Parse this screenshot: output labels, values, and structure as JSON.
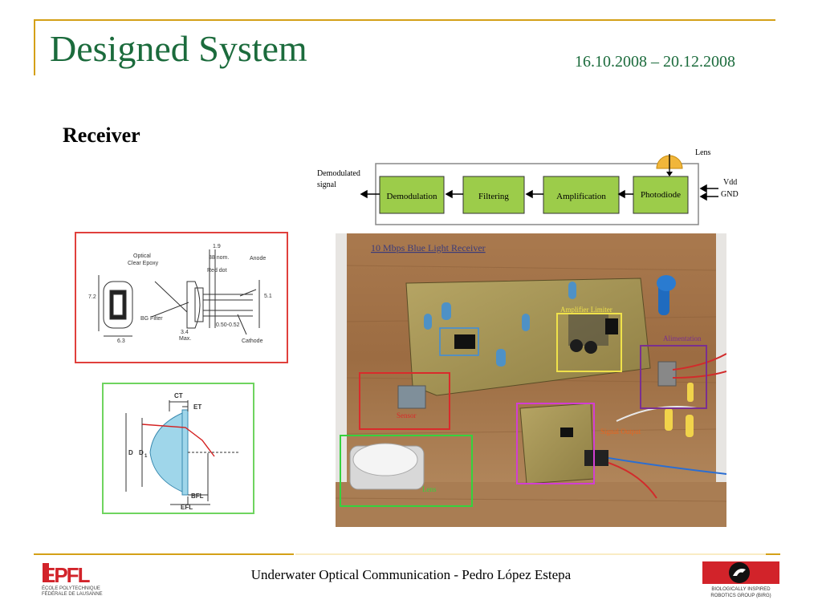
{
  "header": {
    "title": "Designed System",
    "date_range": "16.10.2008 – 20.12.2008"
  },
  "section": {
    "subtitle": "Receiver"
  },
  "block_diagram": {
    "output_label_line1": "Demodulated",
    "output_label_line2": "signal",
    "blocks": [
      "Demodulation",
      "Filtering",
      "Amplification",
      "Photodiode"
    ],
    "lens_label": "Lens",
    "vdd_label": "Vdd",
    "gnd_label": "GND",
    "block_color": "#9ccc4a"
  },
  "photodiode_drawing": {
    "labels": {
      "optical_line1": "Optical",
      "optical_line2": "Clear Epoxy",
      "dim_top": "1.9",
      "dim_nom": "38 nom.",
      "anode": "Anode",
      "red_dot": "Red dot",
      "dim_left": "7.2",
      "dim_right": "5.1",
      "bg_filter": "BG Filter",
      "dim_lead": "0.50-0.52",
      "dim_max_line1": "3.4",
      "dim_max_line2": "Max.",
      "cathode": "Cathode",
      "dim_bottom": "6.3"
    },
    "frame_color": "#e0403c"
  },
  "lens_drawing": {
    "labels": {
      "ct": "CT",
      "et": "ET",
      "d": "D",
      "d1": "D",
      "d1_sub": "1",
      "bfl": "BFL",
      "efl": "EFL"
    },
    "frame_color": "#6fd45f"
  },
  "photo": {
    "caption": "10 Mbps Blue Light Receiver",
    "labels": {
      "amplifier": "Amplifier Limiter",
      "alimentation": "Alimentation",
      "sensor": "Sensor",
      "signal_output": "Signal Output",
      "lens": "Lens"
    }
  },
  "footer": {
    "text": "Underwater Optical Communication - Pedro López Estepa",
    "epfl_logo_text": "EPFL",
    "epfl_line1": "ÉCOLE POLYTECHNIQUE",
    "epfl_line2": "FÉDÉRALE DE LAUSANNE",
    "birg_line1": "BIOLOGICALLY INSPIRED",
    "birg_line2": "ROBOTICS GROUP (BIRG)"
  },
  "colors": {
    "title_green": "#1b6b3c",
    "accent_gold": "#d4a017",
    "epfl_red": "#d2232a"
  }
}
